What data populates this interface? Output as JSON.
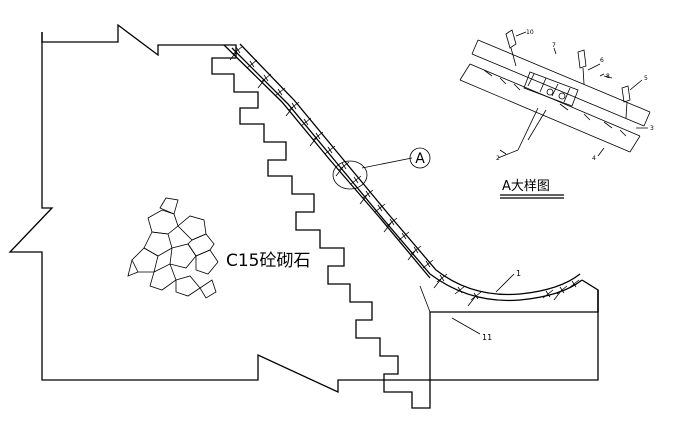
{
  "labels": {
    "material": "C15砼砌石",
    "callout": "A",
    "detail_title": "A大样图",
    "part_1": "1",
    "part_11": "11",
    "part_2": "2",
    "part_3": "3",
    "part_4": "4",
    "part_5": "5",
    "part_6": "6",
    "part_7": "7",
    "part_8": "8",
    "part_10": "10"
  }
}
